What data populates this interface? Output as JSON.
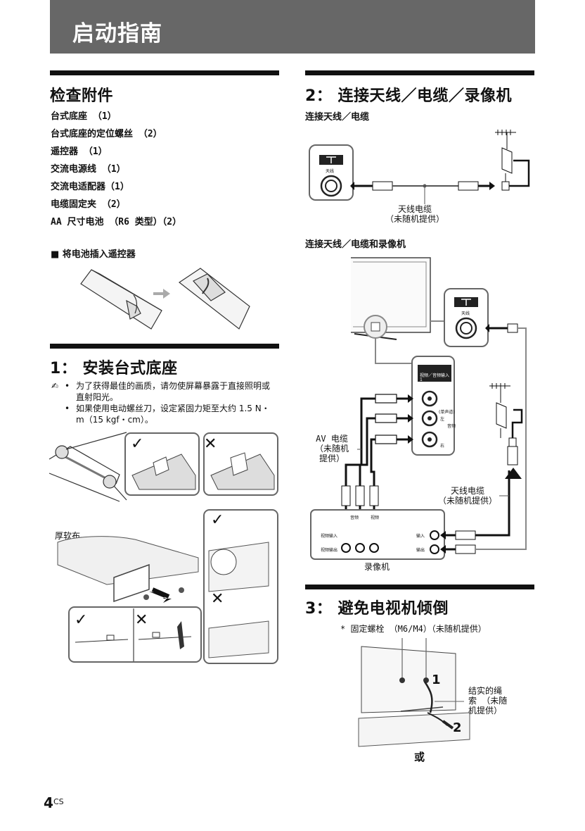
{
  "banner": {
    "title": "启动指南"
  },
  "section_accessories": {
    "heading": "检查附件",
    "items": [
      "台式底座 （1）",
      "台式底座的定位螺丝 （2）",
      "遥控器 （1）",
      "交流电源线 （1）",
      "交流电适配器（1）",
      "电缆固定夹 （2）",
      "AA 尺寸电池 （R6 类型）（2）"
    ],
    "battery_heading": "■  将电池插入遥控器"
  },
  "section1": {
    "heading": "1： 安装台式底座",
    "note_icon": "✍",
    "notes": [
      "为了获得最佳的画质，请勿使屏幕暴露于直接照明或直射阳光。",
      "如果使用电动螺丝刀，设定紧固力矩至大约 1.5 N・m（15 kgf・cm）。"
    ],
    "cloth_label": "厚软布",
    "check_mark": "✓",
    "cross_mark": "✕"
  },
  "section2": {
    "heading": "2： 连接天线／电缆／录像机",
    "sub1": "连接天线／电缆",
    "sub2": "连接天线／电缆和录像机",
    "antenna_port": "天线",
    "cable_caption_1": "天线电缆",
    "cable_caption_2": "（未随机提供）",
    "av_cable_1": "AV 电缆",
    "av_cable_2": "（未随机",
    "av_cable_3": "提供）",
    "antenna_cable_1": "天线电缆",
    "antenna_cable_2": "（未随机提供）",
    "video_audio_in": "视频／音频输入",
    "port_number": "1",
    "mono_label": "(单声道)",
    "left_label": "左",
    "right_label": "右",
    "audio_label": "音频",
    "vcr_audio": "音频",
    "vcr_video": "视频",
    "vcr_video_in": "视频输入",
    "vcr_video_out": "视频输出",
    "vcr_in": "输入",
    "vcr_out": "输出",
    "vcr_label": "录像机"
  },
  "section3": {
    "heading": "3： 避免电视机倾倒",
    "bolt_caption": "* 固定螺栓 （M6/M4）（未随机提供）",
    "rope_1": "结实的绳",
    "rope_2": "索 （未随",
    "rope_3": "机提供）",
    "step_1": "1",
    "step_2": "2",
    "or": "或"
  },
  "footer": {
    "page_number": "4",
    "lang_code": "CS"
  }
}
